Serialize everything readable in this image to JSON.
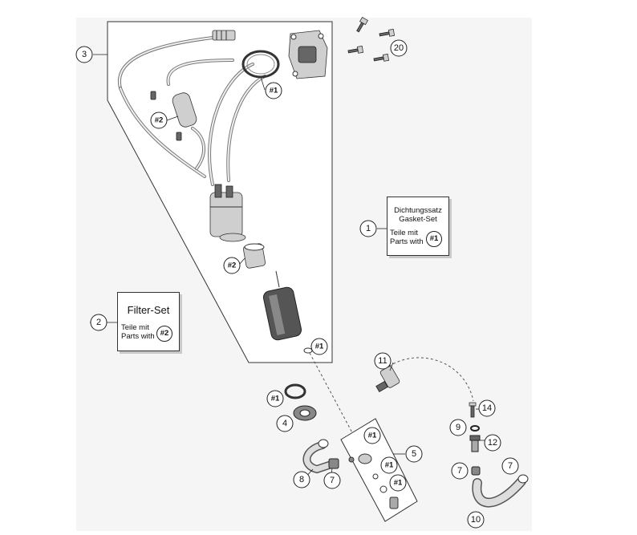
{
  "callouts": {
    "n1": "1",
    "n2": "2",
    "n3": "3",
    "n4": "4",
    "n5": "5",
    "n7a": "7",
    "n7b": "7",
    "n7c": "7",
    "n8": "8",
    "n9": "9",
    "n10": "10",
    "n11": "11",
    "n12": "12",
    "n14": "14",
    "n20": "20",
    "r1_a": "#1",
    "r1_b": "#1",
    "r1_c": "#1",
    "r1_d": "#1",
    "r1_e": "#1",
    "r1_f": "#1",
    "r2_a": "#2",
    "r2_b": "#2"
  },
  "gasket_set": {
    "title_de": "Dichtungssatz",
    "title_en": "Gasket-Set",
    "parts_de": "Teile mit",
    "parts_en": "Parts with",
    "ref": "#1"
  },
  "filter_set": {
    "title": "Filter-Set",
    "parts_de": "Teile mit",
    "parts_en": "Parts with",
    "ref": "#2"
  }
}
